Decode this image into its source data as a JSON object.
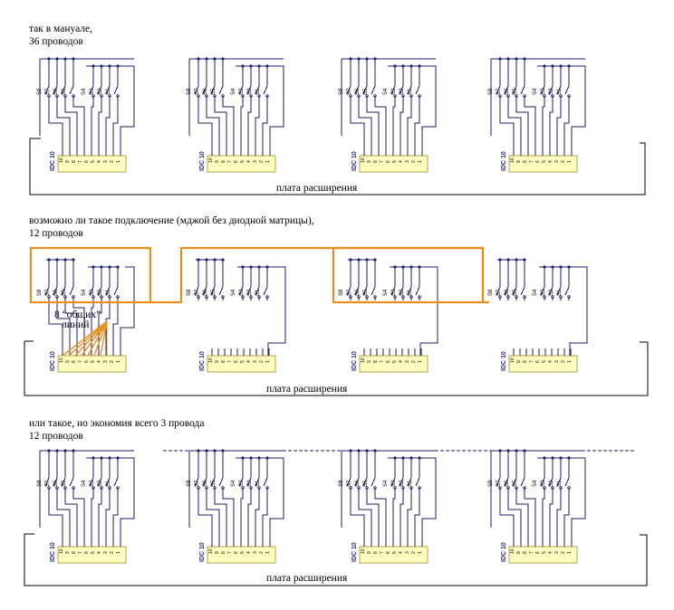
{
  "sections": [
    {
      "title": "так в мануале,",
      "subtitle": "36 проводов",
      "board_label": "плата расширения"
    },
    {
      "title": "возможно ли такое подключение (мджой без диодной матрицы),",
      "subtitle": "12 проводов",
      "board_label": "плата расширения",
      "callout": [
        "8 “общих”",
        "линий"
      ]
    },
    {
      "title": "или такое, но экономия всего 3 провода",
      "subtitle": "12 проводов",
      "board_label": "плата расширения"
    }
  ],
  "connector": {
    "name": "IDC 10",
    "pins": [
      "10",
      "9",
      "8",
      "7",
      "6",
      "5",
      "4",
      "3",
      "2",
      "1"
    ]
  },
  "switch_labels": [
    "S8",
    "S7",
    "S6",
    "S5",
    "S4",
    "S3",
    "S2",
    "S1"
  ],
  "colors": {
    "wire": "#1f1f6e",
    "highlight": "#e8901e",
    "connector_fill": "#ffffc0",
    "connector_stroke": "#b5a04a",
    "connector_label": "#2b2b8f"
  }
}
